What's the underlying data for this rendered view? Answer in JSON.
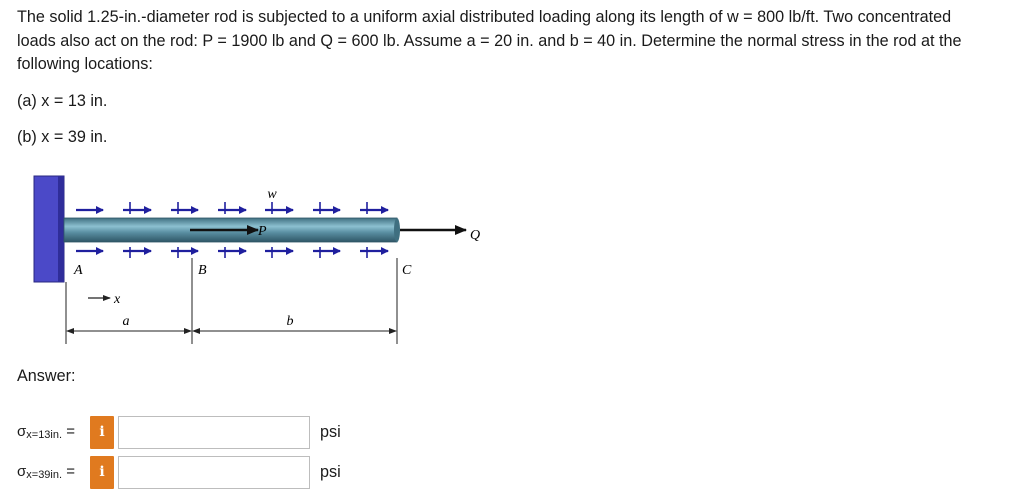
{
  "problem": {
    "line1": "The solid 1.25-in.-diameter rod is subjected to a uniform axial distributed loading along its length of w = 800 lb/ft. Two concentrated",
    "line2": "loads also act on the rod: P = 1900 lb and Q = 600 lb. Assume a = 20 in. and b = 40 in. Determine the normal stress in the rod at the",
    "line3": "following locations:",
    "part_a": "(a) x = 13 in.",
    "part_b": "(b) x = 39 in."
  },
  "figure": {
    "labels": {
      "w": "w",
      "P": "P",
      "Q": "Q",
      "A": "A",
      "B": "B",
      "C": "C",
      "x": "x",
      "a": "a",
      "b": "b"
    },
    "colors": {
      "wall": "#4b49c8",
      "rod": "#5a8fa2",
      "load_arrows": "#1f1f9e",
      "lines": "#222222"
    }
  },
  "answer": {
    "label": "Answer:",
    "rows": [
      {
        "sigma": "σ",
        "subscript": "x=13in.",
        "equals": "=",
        "info_icon": "i",
        "value": "",
        "unit": "psi"
      },
      {
        "sigma": "σ",
        "subscript": "x=39in.",
        "equals": "=",
        "info_icon": "i",
        "value": "",
        "unit": "psi"
      }
    ]
  }
}
